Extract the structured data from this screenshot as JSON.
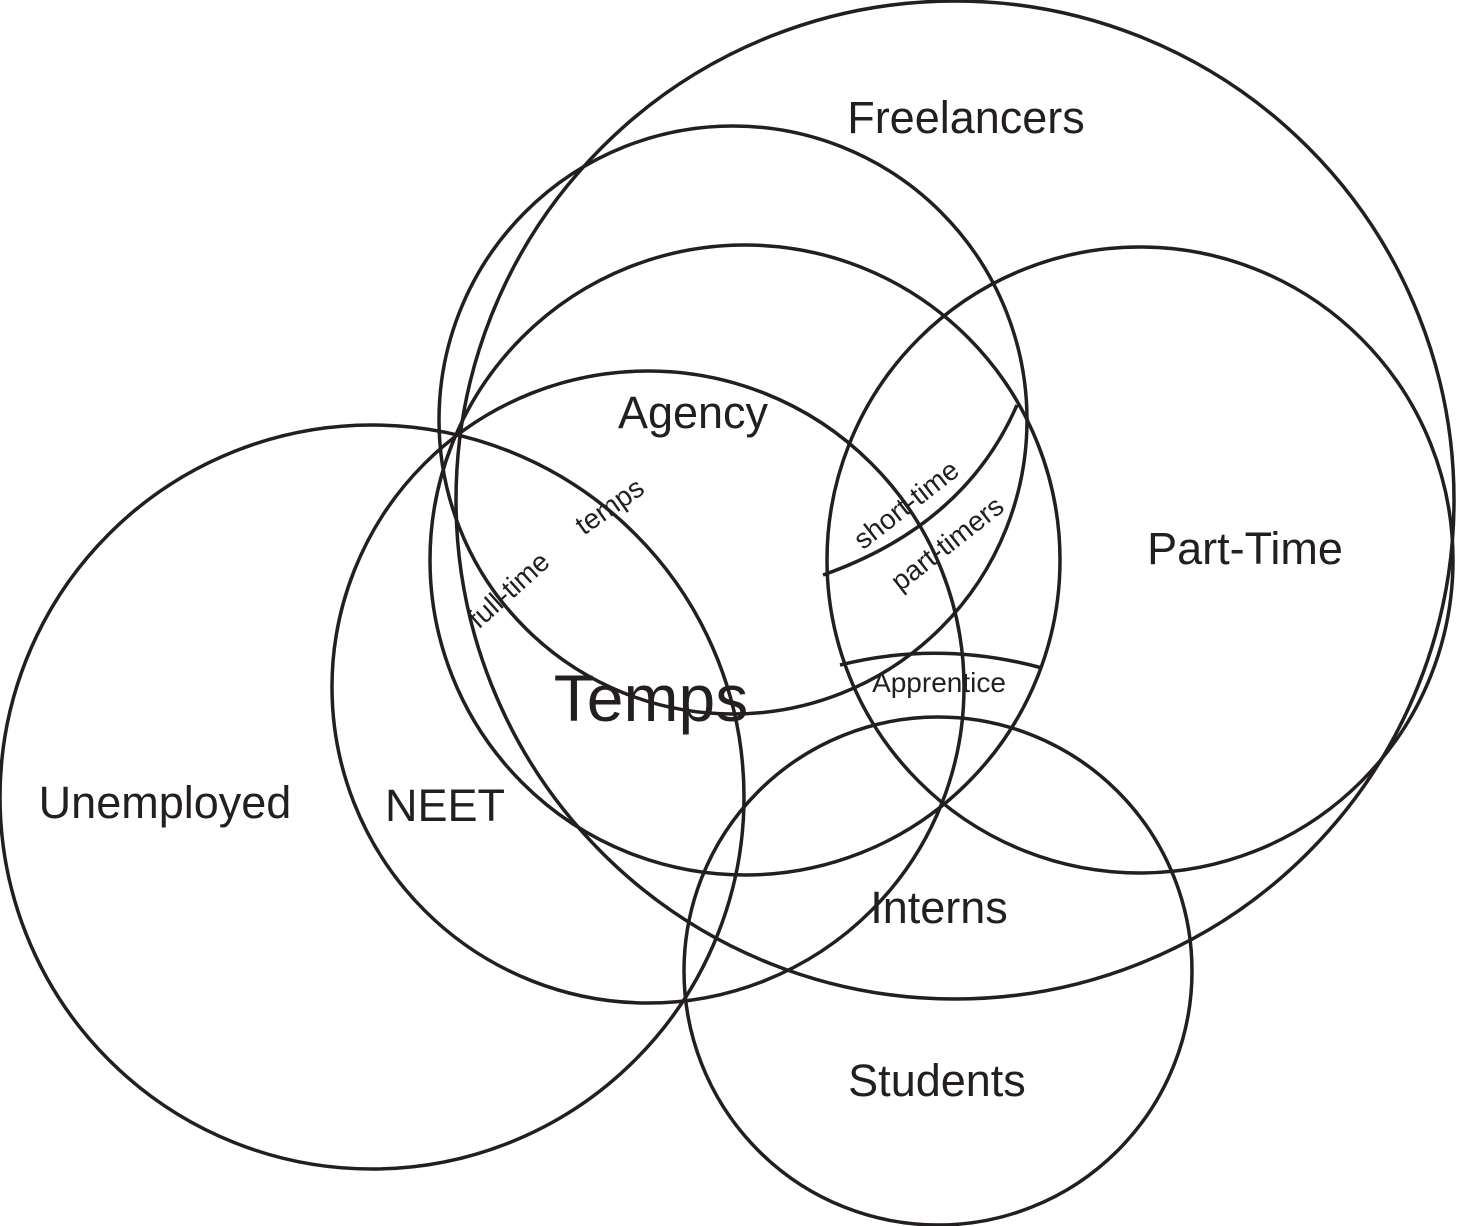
{
  "diagram": {
    "labels": {
      "freelancers": "Freelancers",
      "agency": "Agency",
      "part_time": "Part-Time",
      "temps": "Temps",
      "unemployed": "Unemployed",
      "neet": "NEET",
      "interns": "Interns",
      "students": "Students",
      "apprentice": "Apprentice",
      "full_time": "full-time",
      "temps_small": "temps",
      "short_time": "short-time",
      "part_timers": "part-timers"
    },
    "colors": {
      "stroke": "#231f20",
      "background": "#ffffff"
    }
  }
}
